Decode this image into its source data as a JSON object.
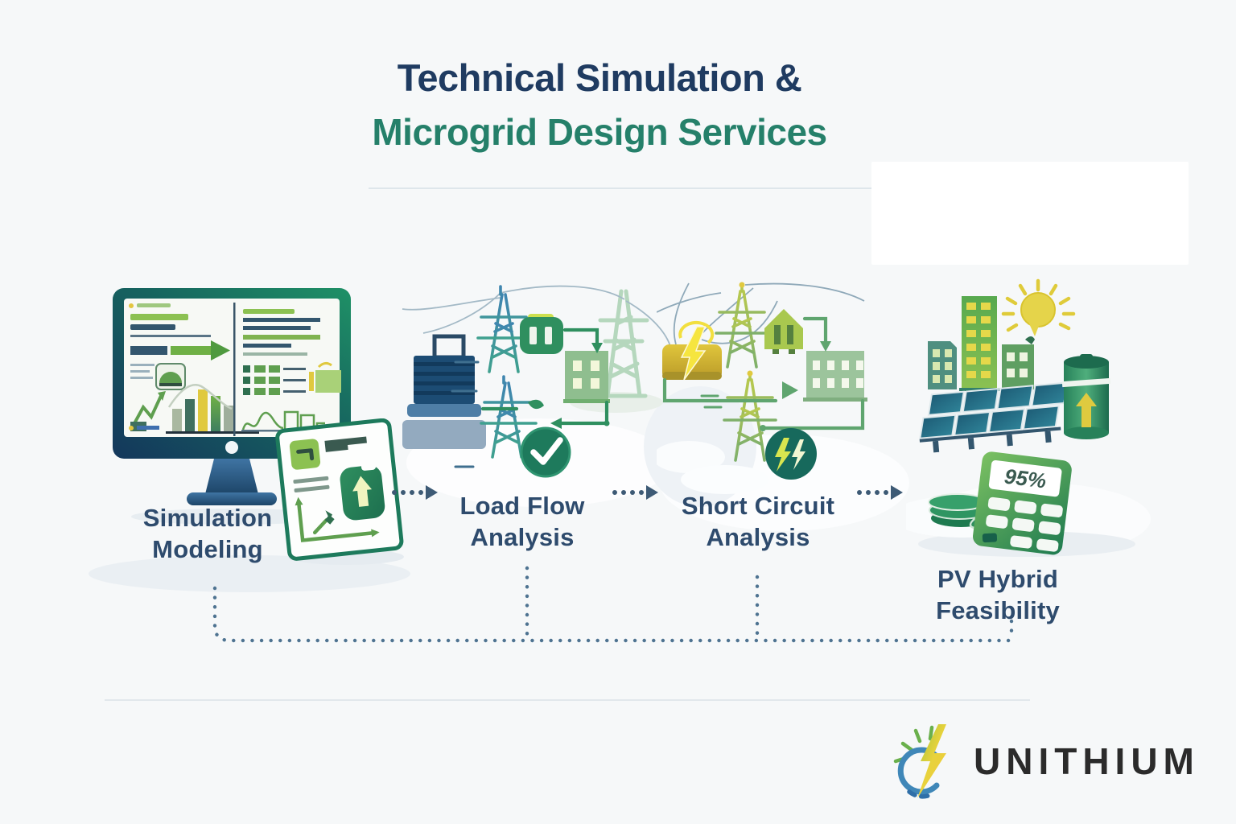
{
  "title": {
    "line1": "Technical Simulation &",
    "line2": "Microgrid Design Services"
  },
  "steps": [
    {
      "label": "Simulation Modeling"
    },
    {
      "label": "Load Flow Analysis"
    },
    {
      "label": "Short Circuit Analysis"
    },
    {
      "label": "PV Hybrid Feasibility"
    }
  ],
  "calculator": {
    "display_value": "95%"
  },
  "logo": {
    "text": "UNITHIUM"
  },
  "icons": {
    "check_icon": "✓",
    "lightning_icon": "⚡",
    "sun_icon": "☀",
    "battery_icon": "🔋",
    "flow_arrow_icon": "➤"
  },
  "colors": {
    "title_primary": "#1f3b61",
    "title_accent": "#25806a",
    "label_text": "#2e4b6d",
    "dotted_arrow": "#3d5a75",
    "feedback_line": "#4e7391",
    "green_accent": "#2f8f5f",
    "yellow_accent": "#e3cf3f",
    "gold": "#d2b233",
    "navy": "#1c4c74",
    "teal_tower": "#3a87a0",
    "light_green_tower": "#b5d7bd",
    "background": "#f6f8f9"
  }
}
